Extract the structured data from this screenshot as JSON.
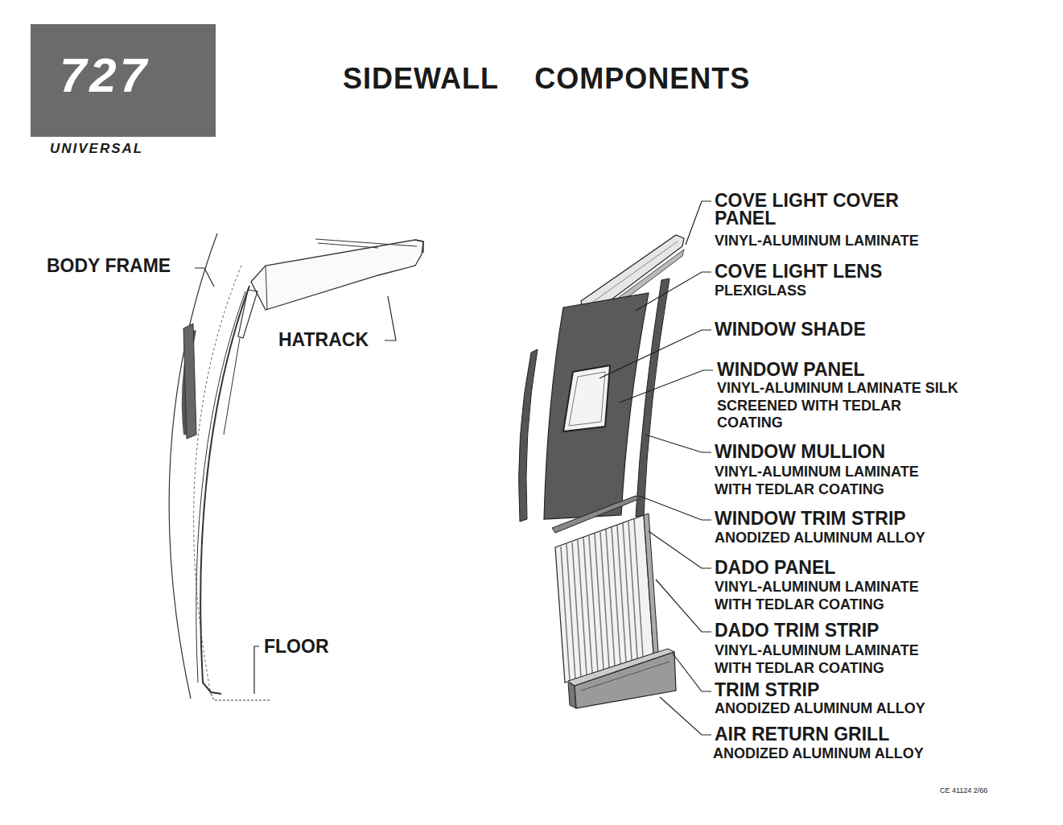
{
  "diagram": {
    "title": "SIDEWALL COMPONENTS",
    "nodes": [
      {
        "text": [
          "727",
          "UNIVERSAL"
        ]
      }
    ],
    "labels": [
      "BODY FRAME",
      "HATRACK",
      "FLOOR",
      "COVE LIGHT COVER PANEL",
      "VINYL-ALUMINUM LAMINATE",
      "COVE LIGHT LENS",
      "PLEXIGLASS",
      "WINDOW SHADE",
      "WINDOW PANEL",
      "VINYL-ALUMINUM LAMINATE SILK SCREENED WITH TEDLAR COATING",
      "WINDOW MULLION",
      "VINYL-ALUMINUM LAMINATE WITH TEDLAR COATING",
      "WINDOW TRIM STRIP",
      "ANODIZED ALUMINUM ALLOY",
      "DADO PANEL",
      "VINYL-ALUMINUM LAMINATE WITH TEDLAR COATING",
      "DADO TRIM STRIP",
      "VINYL-ALUMINUM LAMINATE WITH TEDLAR COATING",
      "TRIM STRIP",
      "ANODIZED ALUMINUM ALLOY",
      "AIR RETURN GRILL",
      "ANODIZED ALUMINUM ALLOY",
      "CE 41124 2/66"
    ]
  }
}
